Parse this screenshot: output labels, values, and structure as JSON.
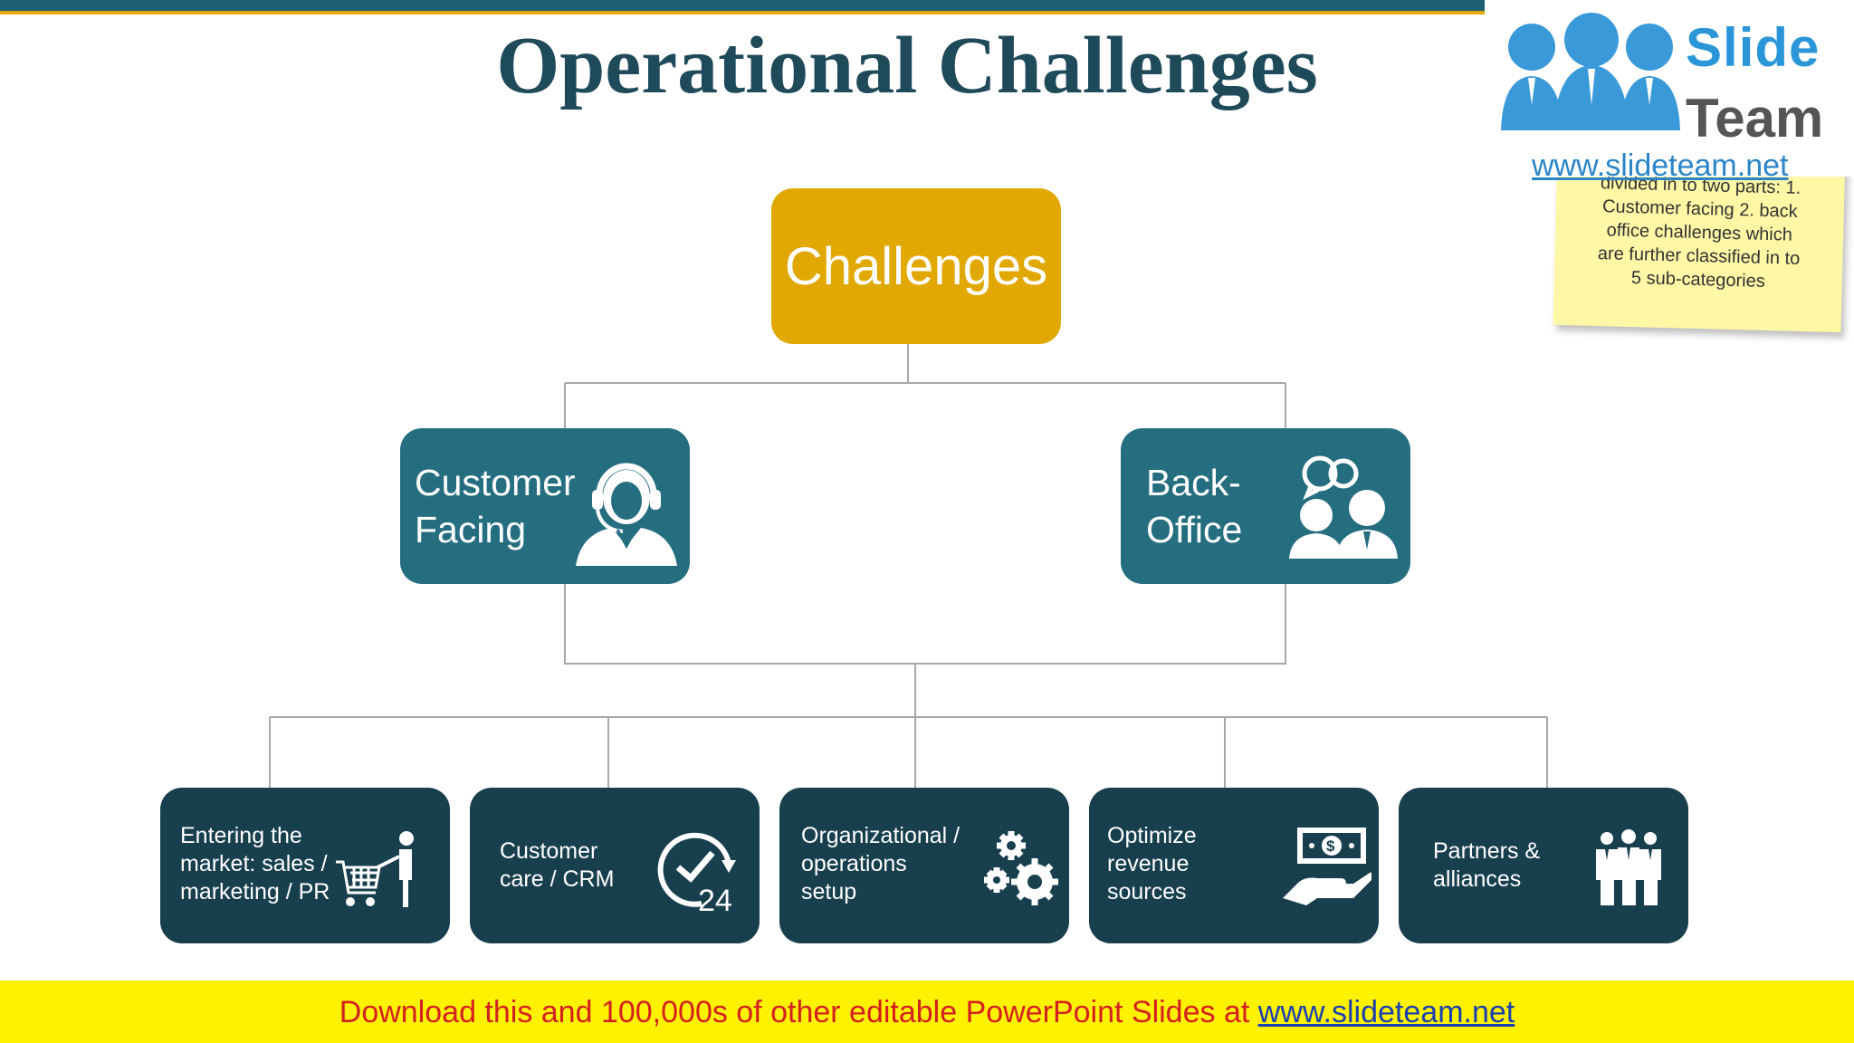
{
  "title": "Operational Challenges",
  "diagram": {
    "root": "Challenges",
    "branches": [
      {
        "line1": "Customer",
        "line2": "Facing",
        "icon": "customer-support-agent-icon"
      },
      {
        "line1": "Back-",
        "line2": "Office",
        "icon": "business-people-chat-icon"
      }
    ],
    "leaves": [
      {
        "line1": "Entering the",
        "line2": "market: sales /",
        "line3": "marketing / PR",
        "icon": "shopping-cart-person-icon"
      },
      {
        "line1": "Customer",
        "line2": "care / CRM",
        "icon": "clock-24-icon"
      },
      {
        "line1": "Organizational /",
        "line2": "operations",
        "line3": "setup",
        "icon": "gears-icon"
      },
      {
        "line1": "Optimize",
        "line2": "revenue",
        "line3": "sources",
        "icon": "money-hand-icon"
      },
      {
        "line1": "Partners &",
        "line2": "alliances",
        "icon": "team-group-icon"
      }
    ]
  },
  "logo": {
    "line1": "Slide",
    "line2": "Team",
    "url": "www.slideteam.net"
  },
  "note": {
    "line1": "divided in to two parts: 1.",
    "line2": "Customer facing 2. back",
    "line3": "office challenges which",
    "line4": "are further classified in to",
    "line5": "5 sub-categories"
  },
  "footer": {
    "text": "Download this and 100,000s of other editable PowerPoint Slides at ",
    "link": "www.slideteam.net"
  },
  "colors": {
    "root": "#e0a800",
    "branch": "#246e80",
    "leaf": "#183f4d",
    "title": "#1e4a5a",
    "footer_bg": "#fff200",
    "footer_text": "#d42020"
  }
}
